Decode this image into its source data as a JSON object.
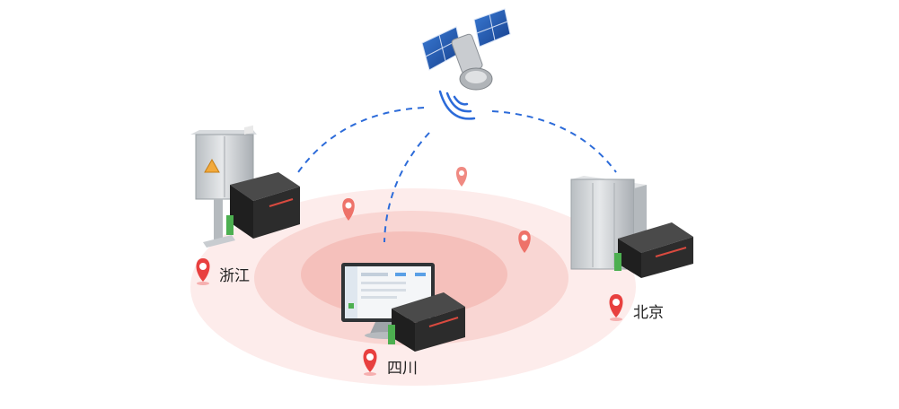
{
  "locations": [
    {
      "id": "zhejiang",
      "label": "浙江"
    },
    {
      "id": "sichuan",
      "label": "四川"
    },
    {
      "id": "beijing",
      "label": "北京"
    }
  ],
  "colors": {
    "pin": "#e8403f",
    "pin_light": "#f08a82",
    "dashed_link": "#2c6bd9",
    "zone_outer": "#fdeceb",
    "zone_mid": "#f9d3d0",
    "zone_inner": "#f5b8b3",
    "device_body": "#2b2b2b",
    "cabinet": "#cfd3d6"
  }
}
